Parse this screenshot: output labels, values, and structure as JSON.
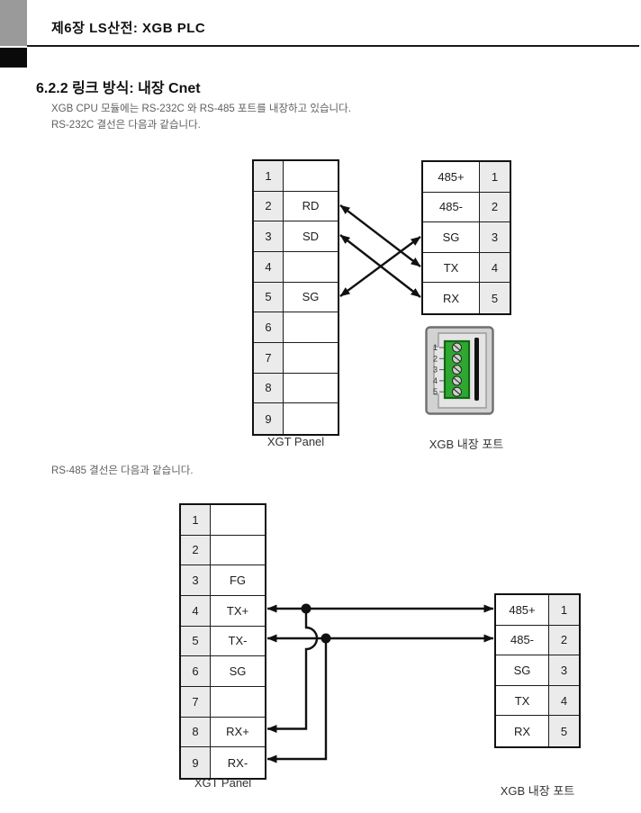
{
  "page": {
    "header_chapter": "제6장 LS산전: XGB PLC",
    "section_title": "6.2.2 링크 방식: 내장 Cnet",
    "paragraph_line1": "XGB CPU 모듈에는 RS-232C 와 RS-485 포트를 내장하고 있습니다.",
    "paragraph_line2": "RS-232C 결선은 다음과 같습니다.",
    "rs485_intro": "RS-485 결선은 다음과 같습니다."
  },
  "diagram_rs232c": {
    "left_table": {
      "label": "XGT Panel",
      "rows": [
        {
          "pin": "1",
          "signal": ""
        },
        {
          "pin": "2",
          "signal": "RD"
        },
        {
          "pin": "3",
          "signal": "SD"
        },
        {
          "pin": "4",
          "signal": ""
        },
        {
          "pin": "5",
          "signal": "SG"
        },
        {
          "pin": "6",
          "signal": ""
        },
        {
          "pin": "7",
          "signal": ""
        },
        {
          "pin": "8",
          "signal": ""
        },
        {
          "pin": "9",
          "signal": ""
        }
      ]
    },
    "right_table": {
      "label": "XGB 내장 포트",
      "rows": [
        {
          "signal": "485+",
          "pin": "1"
        },
        {
          "signal": "485-",
          "pin": "2"
        },
        {
          "signal": "SG",
          "pin": "3"
        },
        {
          "signal": "TX",
          "pin": "4"
        },
        {
          "signal": "RX",
          "pin": "5"
        }
      ]
    },
    "connections": [
      {
        "from": "RD (2)",
        "to": "TX (4)"
      },
      {
        "from": "SD (3)",
        "to": "RX (5)"
      },
      {
        "from": "SG (5)",
        "to": "SG (3)"
      }
    ],
    "terminal_block": {
      "pins": [
        "1",
        "2",
        "3",
        "4",
        "5"
      ]
    }
  },
  "diagram_rs485": {
    "left_table": {
      "label": "XGT Panel",
      "rows": [
        {
          "pin": "1",
          "signal": ""
        },
        {
          "pin": "2",
          "signal": ""
        },
        {
          "pin": "3",
          "signal": "FG"
        },
        {
          "pin": "4",
          "signal": "TX+"
        },
        {
          "pin": "5",
          "signal": "TX-"
        },
        {
          "pin": "6",
          "signal": "SG"
        },
        {
          "pin": "7",
          "signal": ""
        },
        {
          "pin": "8",
          "signal": "RX+"
        },
        {
          "pin": "9",
          "signal": "RX-"
        }
      ]
    },
    "right_table": {
      "label": "XGB 내장 포트",
      "rows": [
        {
          "signal": "485+",
          "pin": "1"
        },
        {
          "signal": "485-",
          "pin": "2"
        },
        {
          "signal": "SG",
          "pin": "3"
        },
        {
          "signal": "TX",
          "pin": "4"
        },
        {
          "signal": "RX",
          "pin": "5"
        }
      ]
    },
    "connections": [
      {
        "from": "TX+ (4)",
        "to": "485+ (1)"
      },
      {
        "from": "TX- (5)",
        "to": "485- (2)"
      },
      {
        "from": "TX+ junction",
        "to": "RX+ (8)"
      },
      {
        "from": "TX- junction",
        "to": "RX- (9)"
      }
    ]
  },
  "colors": {
    "terminal_green": "#2fa832",
    "table_pin_gray": "#ebebeb",
    "line_black": "#111111"
  }
}
